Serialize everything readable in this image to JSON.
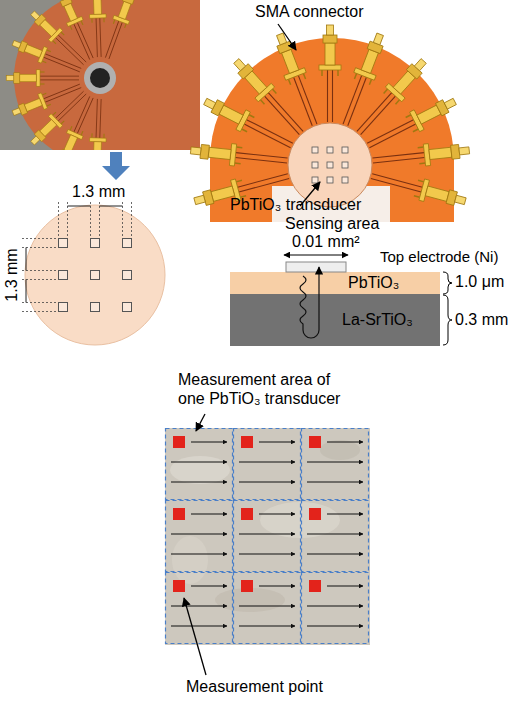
{
  "diagram": {
    "nodes": [
      {
        "text": [
          "PbTiO₃"
        ]
      },
      {
        "text": [
          "La-SrTiO₃"
        ]
      }
    ],
    "labels": [
      "SMA connector",
      "1.3 mm",
      "1.3 mm",
      "PbTiO₃ transducer",
      "Sensing area",
      "0.01 mm²",
      "Top electrode (Ni)",
      "1.0 μm",
      "0.3 mm",
      "Measurement area of one PbTiO₃ transducer",
      "Measurement point"
    ]
  }
}
